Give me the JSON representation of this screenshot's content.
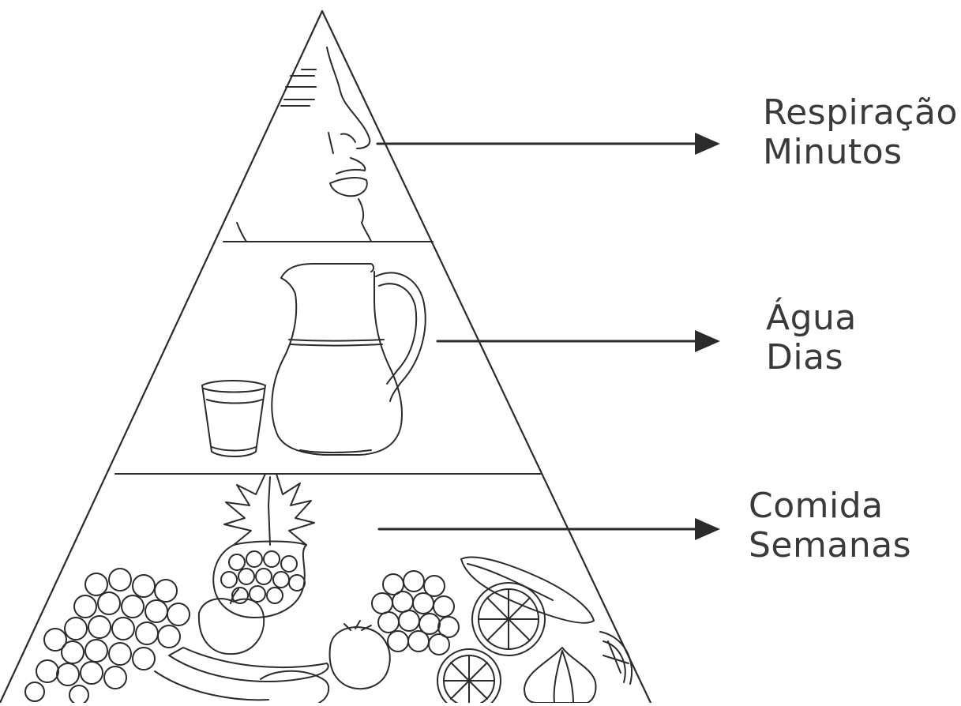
{
  "levels": [
    {
      "id": "top",
      "name": "Respiração",
      "duration": "Minutos",
      "illustration": "face-profile-breathing"
    },
    {
      "id": "middle",
      "name": "Água",
      "duration": "Dias",
      "illustration": "water-pitcher-and-glass"
    },
    {
      "id": "bottom",
      "name": "Comida",
      "duration": "Semanas",
      "illustration": "fruits-and-vegetables"
    }
  ],
  "colors": {
    "line": "#2b2b2b",
    "arrow": "#2b2b2b",
    "text": "#3a3a3a",
    "background": "#ffffff"
  }
}
